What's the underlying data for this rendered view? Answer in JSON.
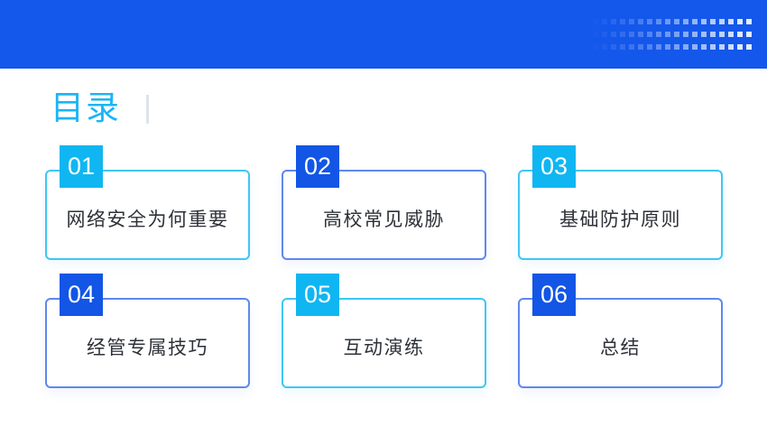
{
  "page": {
    "title": "目录"
  },
  "toc": {
    "items": [
      {
        "number": "01",
        "label": "网络安全为何重要",
        "accent": "cyan"
      },
      {
        "number": "02",
        "label": "高校常见威胁",
        "accent": "blue"
      },
      {
        "number": "03",
        "label": "基础防护原则",
        "accent": "cyan"
      },
      {
        "number": "04",
        "label": "经管专属技巧",
        "accent": "blue"
      },
      {
        "number": "05",
        "label": "互动演练",
        "accent": "cyan"
      },
      {
        "number": "06",
        "label": "总结",
        "accent": "blue"
      }
    ]
  },
  "colors": {
    "header_bar": "#1457EB",
    "title": "#1CB5F5",
    "accent_cyan": "#10B6F1",
    "accent_cyan_border": "#3EC7F4",
    "accent_blue": "#1355E5",
    "accent_blue_border": "#5F88EC",
    "card_text": "#2E3238",
    "divider": "#DEE4ED",
    "dot": "#EEF5FF"
  },
  "decoration": {
    "dot_grid": {
      "columns": 18,
      "rows": 3
    }
  }
}
